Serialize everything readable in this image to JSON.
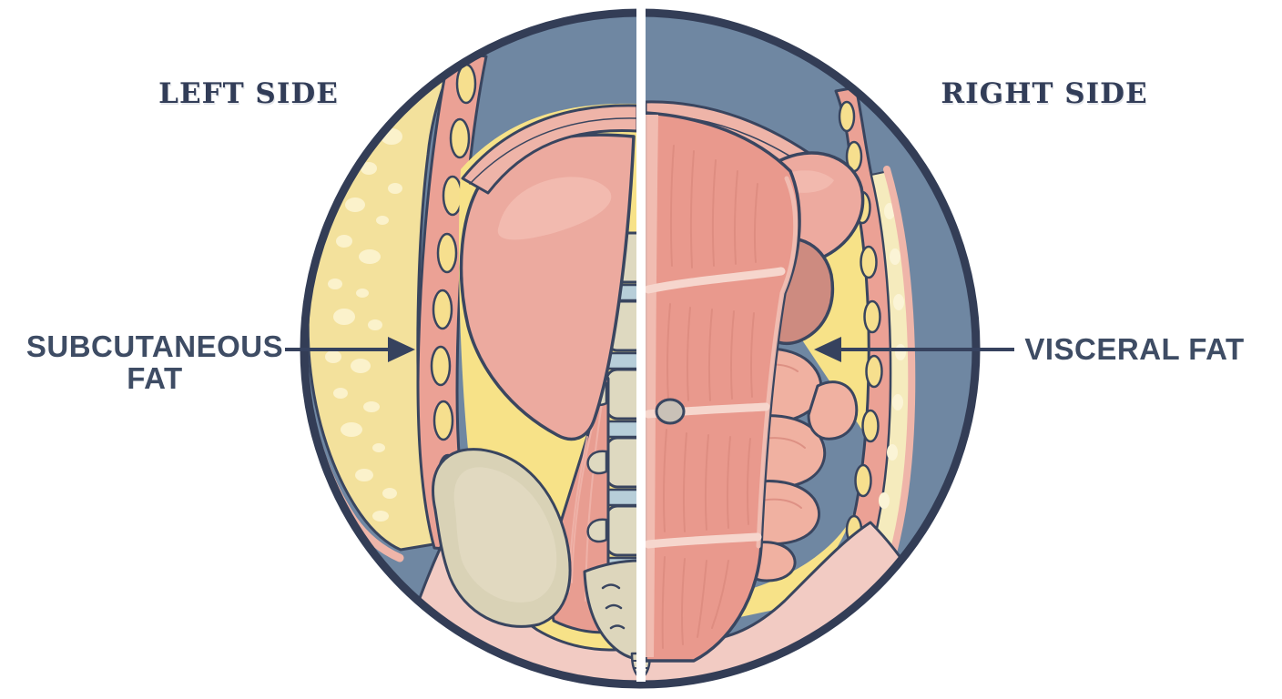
{
  "titles": {
    "left": "LEFT SIDE",
    "right": "RIGHT SIDE"
  },
  "labels": {
    "subcutaneous": {
      "line1": "SUBCUTANEOUS",
      "line2": "FAT",
      "arrow_direction": "right"
    },
    "visceral": {
      "text": "VISCERAL FAT",
      "arrow_direction": "left"
    }
  },
  "palette": {
    "background": "#ffffff",
    "circle_border": "#333d56",
    "circle_fill_slate": "#6f87a2",
    "outline_navy": "#39455f",
    "visceral_fat_yellow": "#f7e288",
    "subcutaneous_fat_pale": "#f3e19c",
    "fat_blob_light": "#fbf2cb",
    "muscle_salmon": "#e9998d",
    "organ_salmon": "#ecaa9f",
    "kidney_mauve": "#cd8b80",
    "skin_pink": "#f2cbc3",
    "bone_beige": "#ddd6bc",
    "disc_blue": "#b7ced9",
    "divider_white": "#ffffff",
    "text_navy": "#3e4c64"
  },
  "figure": {
    "type": "anatomical-diagram",
    "subject": "abdominal cross-section comparing subcutaneous and visceral fat",
    "divider": "vertical white line splitting left and right halves",
    "parts": [
      "skin",
      "subcutaneous-fat-layer",
      "abdominal-wall-muscle",
      "liver",
      "spine",
      "intervertebral-discs",
      "psoas-muscle",
      "pelvis",
      "sacrum",
      "rectus-abdominis",
      "navel",
      "spleen",
      "kidney",
      "small-intestine",
      "visceral-fat-region"
    ]
  }
}
